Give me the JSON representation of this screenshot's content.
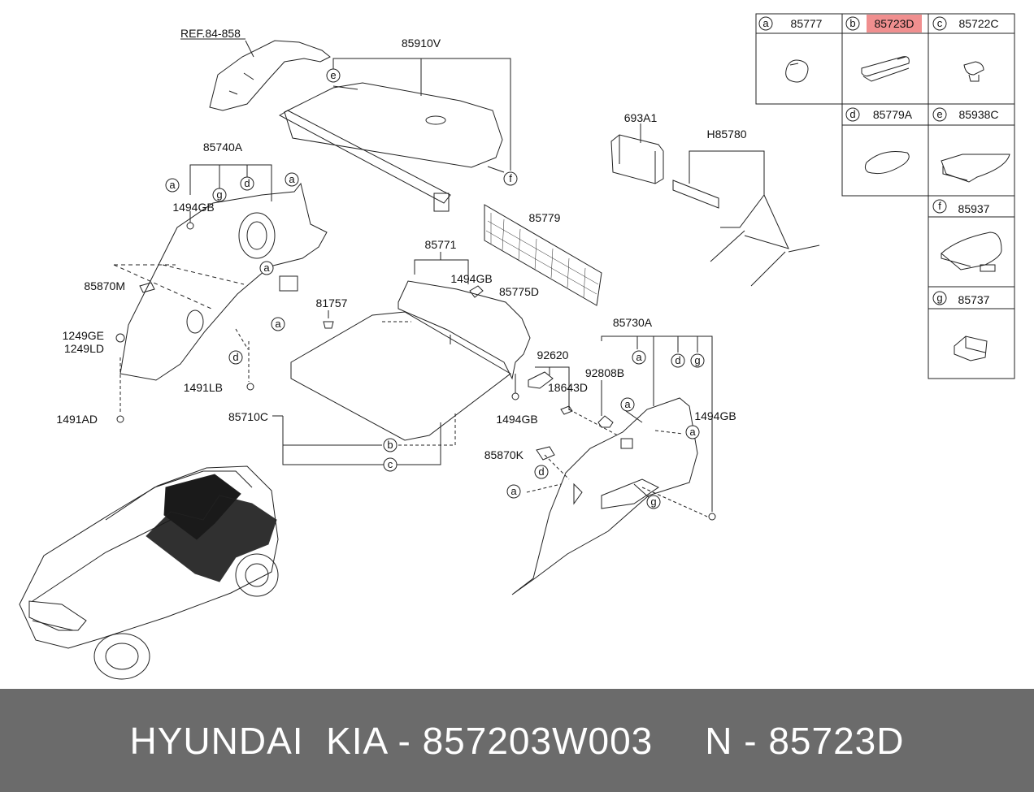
{
  "reference": "REF.84-858",
  "colors": {
    "highlight": "#f08f8f",
    "footer_bg": "#6b6b6b",
    "line": "#222222"
  },
  "legend": {
    "cells": [
      {
        "letter": "a",
        "part": "85777",
        "icon": "clip-icon"
      },
      {
        "letter": "b",
        "part": "85723D",
        "icon": "strap-icon",
        "highlighted": true
      },
      {
        "letter": "c",
        "part": "85722C",
        "icon": "clip-icon"
      },
      {
        "letter": "d",
        "part": "85779A",
        "icon": "clip-icon"
      },
      {
        "letter": "e",
        "part": "85938C",
        "icon": "hook-icon"
      },
      {
        "letter": "f",
        "part": "85937",
        "icon": "hook-icon"
      },
      {
        "letter": "g",
        "part": "85737",
        "icon": "clip-icon"
      }
    ]
  },
  "parts": {
    "p85910V": "85910V",
    "p85740A": "85740A",
    "p1494GB_left": "1494GB",
    "p85870M": "85870M",
    "p1249GE": "1249GE",
    "p1249LD": "1249LD",
    "p1491LB": "1491LB",
    "p1491AD": "1491AD",
    "p693A1": "693A1",
    "pH85780": "H85780",
    "p85779": "85779",
    "p85771": "85771",
    "p1494GB_mid": "1494GB",
    "p85775D": "85775D",
    "p81757": "81757",
    "p85710C": "85710C",
    "p1494GB_low": "1494GB",
    "p85730A": "85730A",
    "p92620": "92620",
    "p92808B": "92808B",
    "p18643D": "18643D",
    "p1494GB_right": "1494GB",
    "p85870K": "85870K"
  },
  "callouts": {
    "e": "e",
    "f": "f",
    "a": "a",
    "b": "b",
    "c": "c",
    "d": "d",
    "g": "g"
  },
  "footer": {
    "left": "HYUNDAI  KIA - 857203W003",
    "right": "N - 85723D"
  }
}
